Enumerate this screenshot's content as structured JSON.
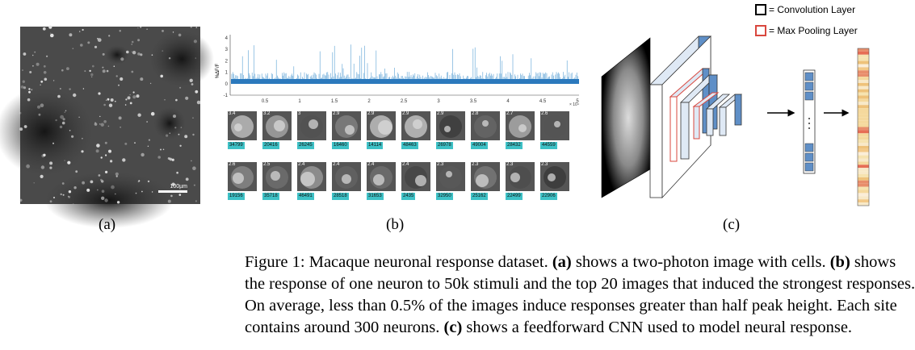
{
  "panel_a": {
    "scalebar_label": "100µm"
  },
  "panel_b": {
    "y_axis_label": "%ΔF/F",
    "y_ticks": [
      "4",
      "3",
      "2",
      "1",
      "0",
      "-1"
    ],
    "x_ticks": [
      "0.5",
      "1",
      "1.5",
      "2",
      "2.5",
      "3",
      "3.5",
      "4",
      "4.5",
      "5"
    ],
    "x_exponent": "× 10⁴",
    "row1": [
      {
        "peak": "3.4",
        "id": "34799"
      },
      {
        "peak": "3.2",
        "id": "20416"
      },
      {
        "peak": "3",
        "id": "26245"
      },
      {
        "peak": "2.9",
        "id": "16460"
      },
      {
        "peak": "2.9",
        "id": "14114"
      },
      {
        "peak": "2.9",
        "id": "48463"
      },
      {
        "peak": "2.9",
        "id": "26978"
      },
      {
        "peak": "2.8",
        "id": "49004"
      },
      {
        "peak": "2.7",
        "id": "28432"
      },
      {
        "peak": "2.6",
        "id": "44559"
      }
    ],
    "row2": [
      {
        "peak": "2.6",
        "id": "19156"
      },
      {
        "peak": "2.5",
        "id": "35718"
      },
      {
        "peak": "2.4",
        "id": "46491"
      },
      {
        "peak": "2.4",
        "id": "28518"
      },
      {
        "peak": "2.4",
        "id": "31653"
      },
      {
        "peak": "2.4",
        "id": "2435"
      },
      {
        "peak": "2.3",
        "id": "32950"
      },
      {
        "peak": "2.3",
        "id": "25162"
      },
      {
        "peak": "2.3",
        "id": "22499"
      },
      {
        "peak": "2.3",
        "id": "22906"
      }
    ]
  },
  "panel_c": {
    "legend_conv": "= Convolution Layer",
    "legend_pool": "= Max Pooling Layer"
  },
  "sub_labels": {
    "a": "(a)",
    "b": "(b)",
    "c": "(c)"
  },
  "caption": {
    "line1_pre": "Figure 1: Macaque neuronal response dataset. ",
    "line1_a": "(a)",
    "line1_mid": " shows a two-photon image with cells. ",
    "line1_b": "(b)",
    "line1_post": " shows",
    "line2": "the response of one neuron to 50k stimuli and the top 20 images that induced the strongest responses.",
    "line3": "On average, less than 0.5% of the images induce responses greater than half peak height. Each site",
    "line4_pre": "contains around 300 neurons. ",
    "line4_c": "(c)",
    "line4_post": " shows a feedforward CNN used to model neural response."
  }
}
